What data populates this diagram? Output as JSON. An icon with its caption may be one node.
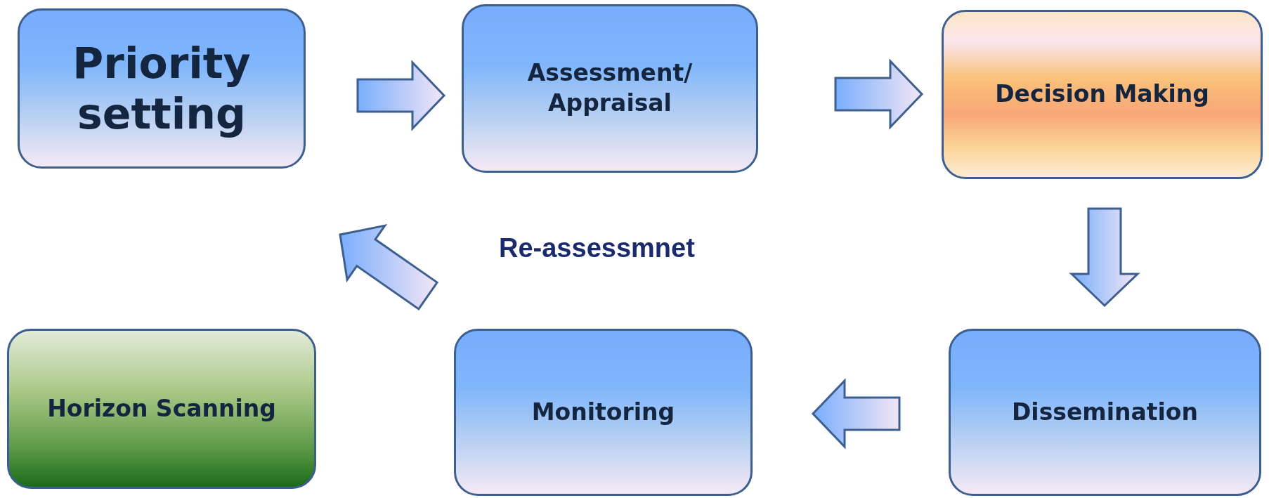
{
  "diagram": {
    "nodes": [
      {
        "text": [
          "Priority setting"
        ]
      },
      {
        "text": [
          "Assessment/ Appraisal"
        ]
      },
      {
        "text": [
          "Decision Making"
        ]
      },
      {
        "text": [
          "Horizon Scanning"
        ]
      },
      {
        "text": [
          "Monitoring"
        ]
      },
      {
        "text": [
          "Dissemination"
        ]
      }
    ],
    "edges": [
      {
        "from": 0,
        "to": 1,
        "arrow": "to"
      },
      {
        "from": 1,
        "to": 2,
        "arrow": "to"
      },
      {
        "from": 2,
        "to": 5,
        "arrow": "to"
      },
      {
        "from": 5,
        "to": 4,
        "arrow": "to"
      },
      {
        "from": 4,
        "to": 0,
        "arrow": "to",
        "label": "Re-assessmnet"
      }
    ]
  }
}
